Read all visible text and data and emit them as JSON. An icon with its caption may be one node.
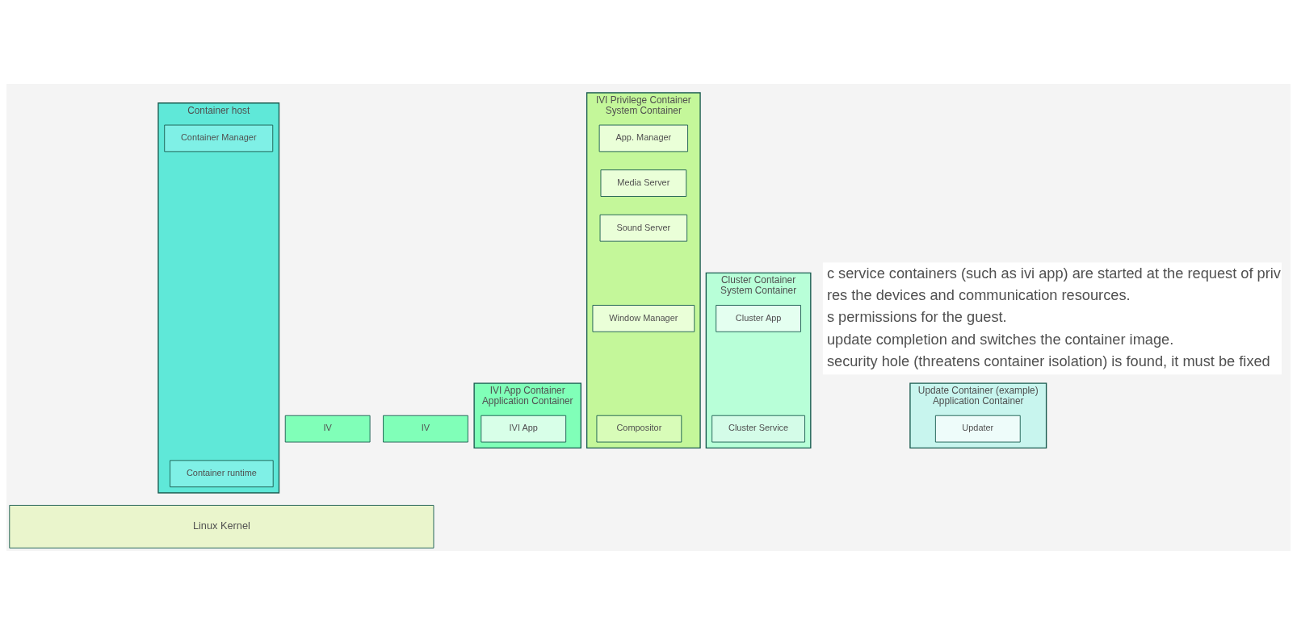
{
  "diagram": {
    "nodes": [
      {
        "text": [
          "Update Container (example)",
          "Application Container"
        ]
      },
      {
        "text": [
          "Updater"
        ],
        "in": 0
      },
      {
        "text": [
          "IV"
        ]
      },
      {
        "text": [
          "IV"
        ]
      },
      {
        "text": [
          "IVI App Container",
          "Application Container"
        ]
      },
      {
        "text": [
          "IVI App"
        ],
        "in": 4
      },
      {
        "text": [
          "IVI Privilege Container",
          "System Container"
        ]
      },
      {
        "text": [
          "App. Manager"
        ],
        "in": 6
      },
      {
        "text": [
          "Media Server"
        ],
        "in": 6
      },
      {
        "text": [
          "Sound Server"
        ],
        "in": 6
      },
      {
        "text": [
          "Window Manager"
        ],
        "in": 6
      },
      {
        "text": [
          "Compositor"
        ],
        "in": 6
      },
      {
        "text": [
          "Cluster Container",
          "System Container"
        ]
      },
      {
        "text": [
          "Cluster App"
        ],
        "in": 12
      },
      {
        "text": [
          "Cluster Service"
        ],
        "in": 12
      },
      {
        "text": [
          "Container host"
        ]
      },
      {
        "text": [
          "Container runtime"
        ],
        "in": 15
      },
      {
        "text": [
          "Container Manager"
        ],
        "in": 15
      },
      {
        "text": [
          "Linux Kernel"
        ]
      }
    ],
    "edges": [],
    "labels": [
      "c service containers (such as ivi app) are started at the request of priv",
      "res the devices and communication resources.",
      "s permissions for the guest.",
      "update completion and switches the container image.",
      "security hole (threatens container isolation) is found, it must be fixed"
    ]
  }
}
